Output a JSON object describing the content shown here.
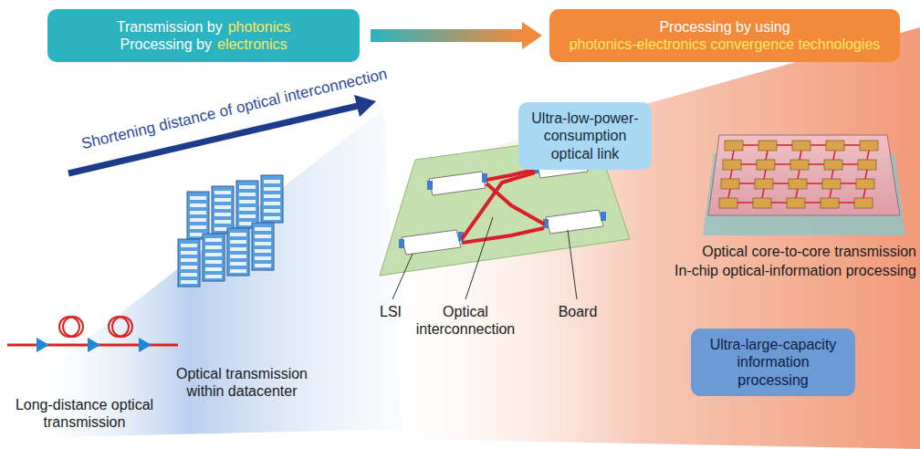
{
  "diagram": {
    "nodes": [
      {
        "text": [
          "Transmission by",
          "photonics",
          "Processing by",
          "electronics"
        ]
      },
      {
        "text": [
          "Processing by using",
          "photonics-electronics convergence technologies"
        ]
      },
      {
        "text": [
          "Ultra-low-power-consumption optical link"
        ]
      },
      {
        "text": [
          "Ultra-large-capacity information processing"
        ]
      }
    ],
    "edges": [
      {
        "from": 0,
        "to": 1,
        "arrow": "to"
      }
    ],
    "labels": [
      "Shortening distance of optical interconnection",
      "Long-distance optical transmission",
      "Optical transmission within datacenter",
      "LSI",
      "Optical interconnection",
      "Board",
      "Optical core-to-core transmission",
      "In-chip optical-information processing"
    ]
  }
}
